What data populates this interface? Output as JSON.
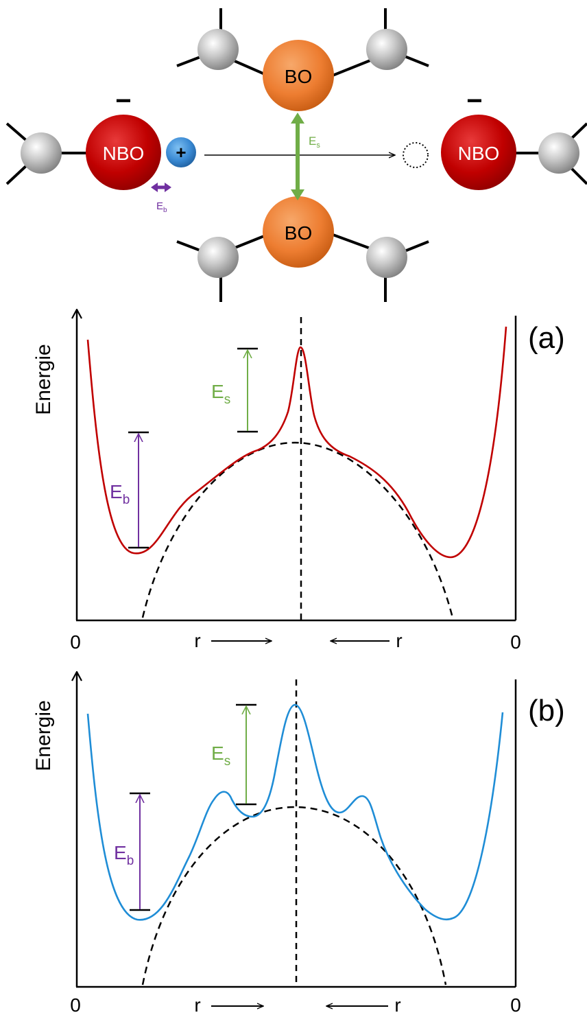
{
  "molecule": {
    "nbo_label": "NBO",
    "bo_label": "BO",
    "minus_sign": "−",
    "cation_sign": "+",
    "es_symbol": "E",
    "es_subscript": "s",
    "eb_symbol": "E",
    "eb_subscript": "b"
  },
  "panel_a": {
    "tag": "(a)",
    "ylabel": "Energie",
    "x_left_zero": "0",
    "x_right_zero": "0",
    "r_left": "r",
    "r_right": "r",
    "es_symbol": "E",
    "es_subscript": "s",
    "eb_symbol": "E",
    "eb_subscript": "b"
  },
  "panel_b": {
    "tag": "(b)",
    "ylabel": "Energie",
    "x_left_zero": "0",
    "x_right_zero": "0",
    "r_left": "r",
    "r_right": "r",
    "es_symbol": "E",
    "es_subscript": "s",
    "eb_symbol": "E",
    "eb_subscript": "b"
  },
  "colors": {
    "nbo": "#c00000",
    "bo": "#ed7d31",
    "cation": "#3a8ad4",
    "network_atom": "#a6a6a6",
    "es_arrow": "#70ad47",
    "eb_arrow": "#7030a0",
    "curve_a": "#c00000",
    "curve_b": "#1f8dd6"
  }
}
